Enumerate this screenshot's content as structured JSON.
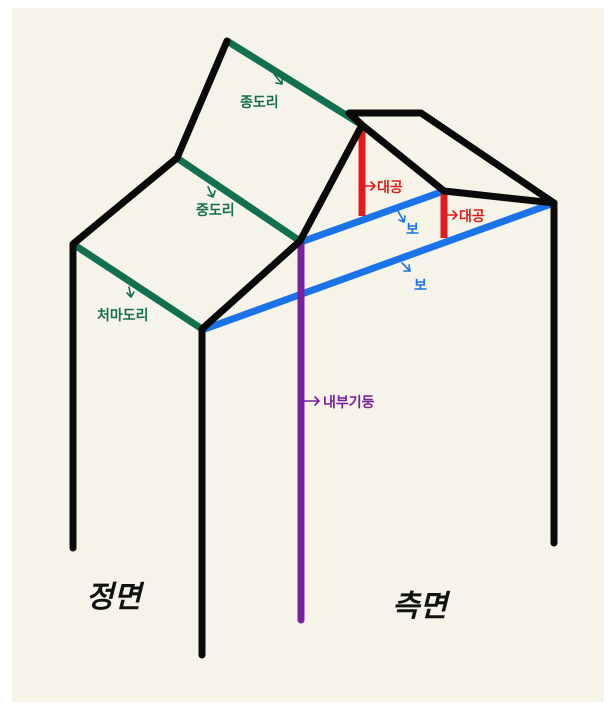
{
  "colors": {
    "background": "#f6f3e8",
    "frame": "#0a0a0a",
    "purlin": "#12704f",
    "king_post": "#e01c1c",
    "beam": "#1a73e8",
    "inner_column": "#7a1fa0"
  },
  "labels": {
    "ridge_purlin": "종도리",
    "middle_purlin": "중도리",
    "eave_purlin": "처마도리",
    "king_post_upper": "대공",
    "king_post_lower": "대공",
    "beam_upper": "보",
    "beam_lower": "보",
    "inner_column": "내부기둥",
    "front_view": "정면",
    "side_view": "측면"
  }
}
